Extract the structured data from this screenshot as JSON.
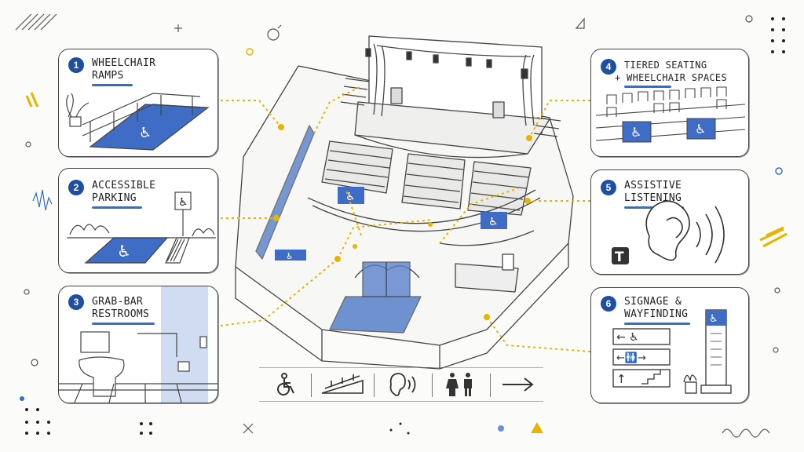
{
  "colors": {
    "accent_blue": "#2f6fd0",
    "badge_blue": "#1f4fa0",
    "path_yellow": "#e8b400",
    "ink": "#2b2b2b",
    "paper": "#fbfbf9"
  },
  "cards": [
    {
      "number": "1",
      "line1": "WHEELCHAIR",
      "line2": "RAMPS",
      "icon": "ramp-illustration"
    },
    {
      "number": "2",
      "line1": "ACCESSIBLE",
      "line2": "PARKING",
      "icon": "parking-illustration"
    },
    {
      "number": "3",
      "line1": "GRAB-BAR",
      "line2": "RESTROOMS",
      "icon": "restroom-illustration"
    },
    {
      "number": "4",
      "line1": "TIERED SEATING",
      "line2": "+ WHEELCHAIR SPACES",
      "icon": "seating-illustration"
    },
    {
      "number": "5",
      "line1": "ASSISTIVE",
      "line2": "LISTENING",
      "icon": "ear-illustration"
    },
    {
      "number": "6",
      "line1": "SIGNAGE &",
      "line2": "WAYFINDING",
      "icon": "signage-illustration"
    }
  ],
  "icon_bar": [
    "wheelchair-icon",
    "ramp-icon",
    "hearing-icon",
    "restroom-icon",
    "arrow-right-icon"
  ],
  "theater": {
    "icon": "theater-floorplan-illustration"
  }
}
